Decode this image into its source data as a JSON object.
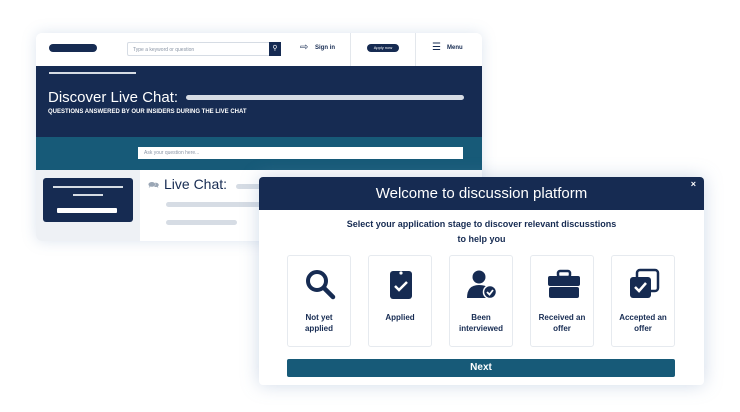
{
  "header": {
    "search_placeholder": "Type a keyword or question",
    "sign_in": "Sign in",
    "apply": "Apply now",
    "menu": "Menu"
  },
  "hero": {
    "title": "Discover Live Chat:",
    "subtitle": "QUESTIONS ANSWERED BY OUR INSIDERS DURING THE LIVE CHAT",
    "ask_placeholder": "Ask your question here..."
  },
  "content": {
    "live_chat_title": "Live Chat:"
  },
  "modal": {
    "title": "Welcome to discussion platform",
    "close": "×",
    "instruction_line1": "Select your application stage to discover relevant discusstions",
    "instruction_line2": "to help you",
    "stages": [
      {
        "label1": "Not yet",
        "label2": "applied",
        "icon": "search-icon"
      },
      {
        "label1": "Applied",
        "label2": "",
        "icon": "clipboard-check-icon"
      },
      {
        "label1": "Been",
        "label2": "interviewed",
        "icon": "user-check-icon"
      },
      {
        "label1": "Received an",
        "label2": "offer",
        "icon": "briefcase-icon"
      },
      {
        "label1": "Accepted an",
        "label2": "offer",
        "icon": "copy-check-icon"
      }
    ],
    "next": "Next"
  },
  "colors": {
    "navy": "#162b52",
    "teal": "#175a78"
  }
}
